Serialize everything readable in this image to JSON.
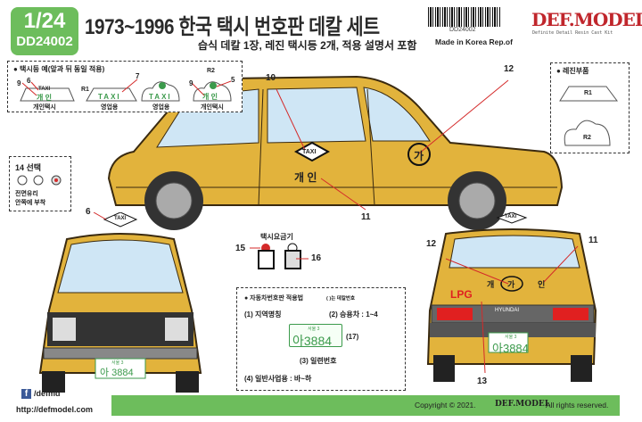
{
  "header": {
    "scale": "1/24",
    "code": "DD24002",
    "title": "1973~1996 한국 택시 번호판 데칼 세트",
    "subtitle": "습식 데칼 1장, 레진 택시등 2개, 적용 설명서 포함",
    "barcode_text": "DD24002",
    "made_in": "Made in Korea Rep.of",
    "logo": "DEF.MODEL",
    "logo_tagline": "Definite Detail Resin Cast Kit"
  },
  "lamp_box": {
    "heading": "● 택시등 예(앞과 뒤 동일 적용)",
    "callouts": [
      "9",
      "6",
      "R1",
      "7",
      "9",
      "R2",
      "5"
    ],
    "lamps": [
      {
        "top": "TAXI",
        "text": "개 인",
        "caption": "개인택시"
      },
      {
        "text": "TAXI",
        "caption": "영업용"
      },
      {
        "text": "TAXI",
        "caption": "영업용"
      },
      {
        "text": "개 인",
        "caption": "개인택시"
      }
    ]
  },
  "resin_box": {
    "heading": "● 레진부품",
    "parts": [
      "R1",
      "R2"
    ]
  },
  "select_box": {
    "heading": "14 선택",
    "note_line1": "전면유리",
    "note_line2": "안쪽에 부착"
  },
  "side_view": {
    "callouts": [
      "10",
      "12",
      "11"
    ],
    "door_text": "개 인",
    "circle_char": "가",
    "diamond": "TAXI"
  },
  "front_view": {
    "callout": "6",
    "lamp": "TAXI",
    "plate_top": "서울 3",
    "plate_num": "아 3884"
  },
  "meter": {
    "heading": "택시요금기",
    "callouts": [
      "15",
      "16"
    ]
  },
  "plate_box": {
    "heading": "● 자동차번호판 적용법",
    "note": "( )는 데칼번호",
    "plate_top": "서울 3",
    "plate_num": "아3884",
    "items": [
      "(1) 지역명칭",
      "(2) 승용차 : 1~4",
      "(17)",
      "(3) 일련번호",
      "(4) 일반사업용 : 바~하"
    ]
  },
  "rear_view": {
    "callouts": [
      "12",
      "11",
      "13"
    ],
    "lamp": "TAXI",
    "text_left": "개",
    "circle_char": "가",
    "text_right": "인",
    "lpg": "LPG",
    "brand": "HYUNDAI",
    "plate_top": "서울 3",
    "plate_num": "아3884"
  },
  "footer": {
    "facebook": "/defmd",
    "url": "http://defmodel.com",
    "copyright": "Copyright © 2021.",
    "logo": "DEF.MODEL",
    "rights": "All rights reserved."
  },
  "colors": {
    "green": "#6dbd5c",
    "car_yellow": "#e2b33c",
    "red": "#d42a2a"
  }
}
